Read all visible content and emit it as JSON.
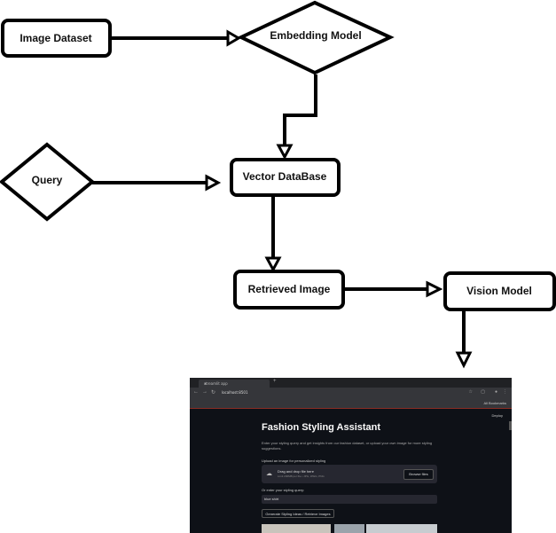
{
  "nodes": {
    "image_dataset": "Image Dataset",
    "embedding_model": "Embedding Model",
    "query": "Query",
    "vector_database": "Vector DataBase",
    "retrieved_image": "Retrieved Image",
    "vision_model": "Vision Model"
  },
  "screenshot": {
    "tab_title": "streamlit app",
    "url": "localhost:8501",
    "bookmarks_label": "All Bookmarks",
    "deploy_label": "Deploy",
    "title": "Fashion Styling Assistant",
    "description": "Enter your styling query and get insights from our fashion dataset, or upload your own image for more styling suggestions.",
    "upload_label": "Upload an image for personalized styling",
    "drag_drop": "Drag and drop file here",
    "limit": "Limit 200MB per file • JPG, JPEG, PNG",
    "browse_button": "Browse files",
    "query_label": "Or enter your styling query:",
    "query_value": "blue shirt",
    "generate_button": "Generate Styling Ideas / Retrieve Images"
  },
  "colors": {
    "stroke": "#000000",
    "screenshot_bg": "#0e1117"
  }
}
